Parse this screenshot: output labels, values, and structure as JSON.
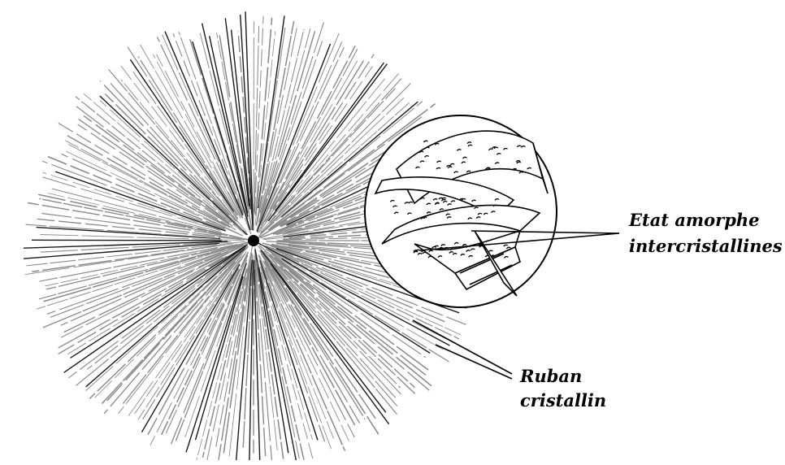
{
  "figure": {
    "labels": {
      "amorphous_line1": "Etat amorphe",
      "amorphous_line2": "intercristallines",
      "ribbon_line1": "Ruban",
      "ribbon_line2": "cristallin"
    },
    "colors": {
      "background": "#ffffff",
      "ink": "#000000",
      "fibril": "#8a8a8a",
      "dark_fibril": "#1a1a1a"
    }
  }
}
